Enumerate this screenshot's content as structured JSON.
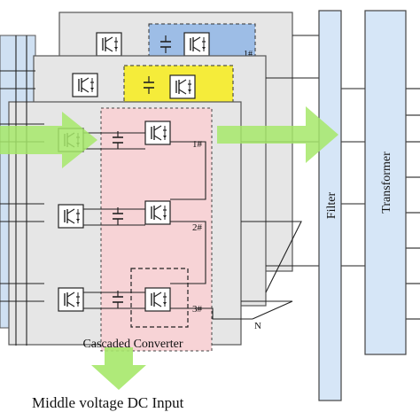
{
  "labels": {
    "filter": "Filter",
    "transformer": "Transformer",
    "cascaded_converter": "Cascaded Converter",
    "input": "Middle voltage DC Input",
    "module_1": "1#",
    "module_2": "2#",
    "module_3": "3#",
    "back_module": "1#",
    "n_layer": "N"
  },
  "colors": {
    "arrow_green": "#a6e86a",
    "filter_fill": "#d6e6f7",
    "transformer_fill": "#d6e6f7",
    "converter_pink": "#f7d3d6",
    "layer_gray": "#e6e6e6",
    "highlight_yellow": "#f5ec3a",
    "highlight_blue": "#9dbde6",
    "left_panel_blue": "#cfe0f2"
  },
  "icons": {
    "switch": "igbt-switch-icon",
    "capacitor": "capacitor-icon",
    "flow_arrow": "power-flow-arrow-icon"
  }
}
